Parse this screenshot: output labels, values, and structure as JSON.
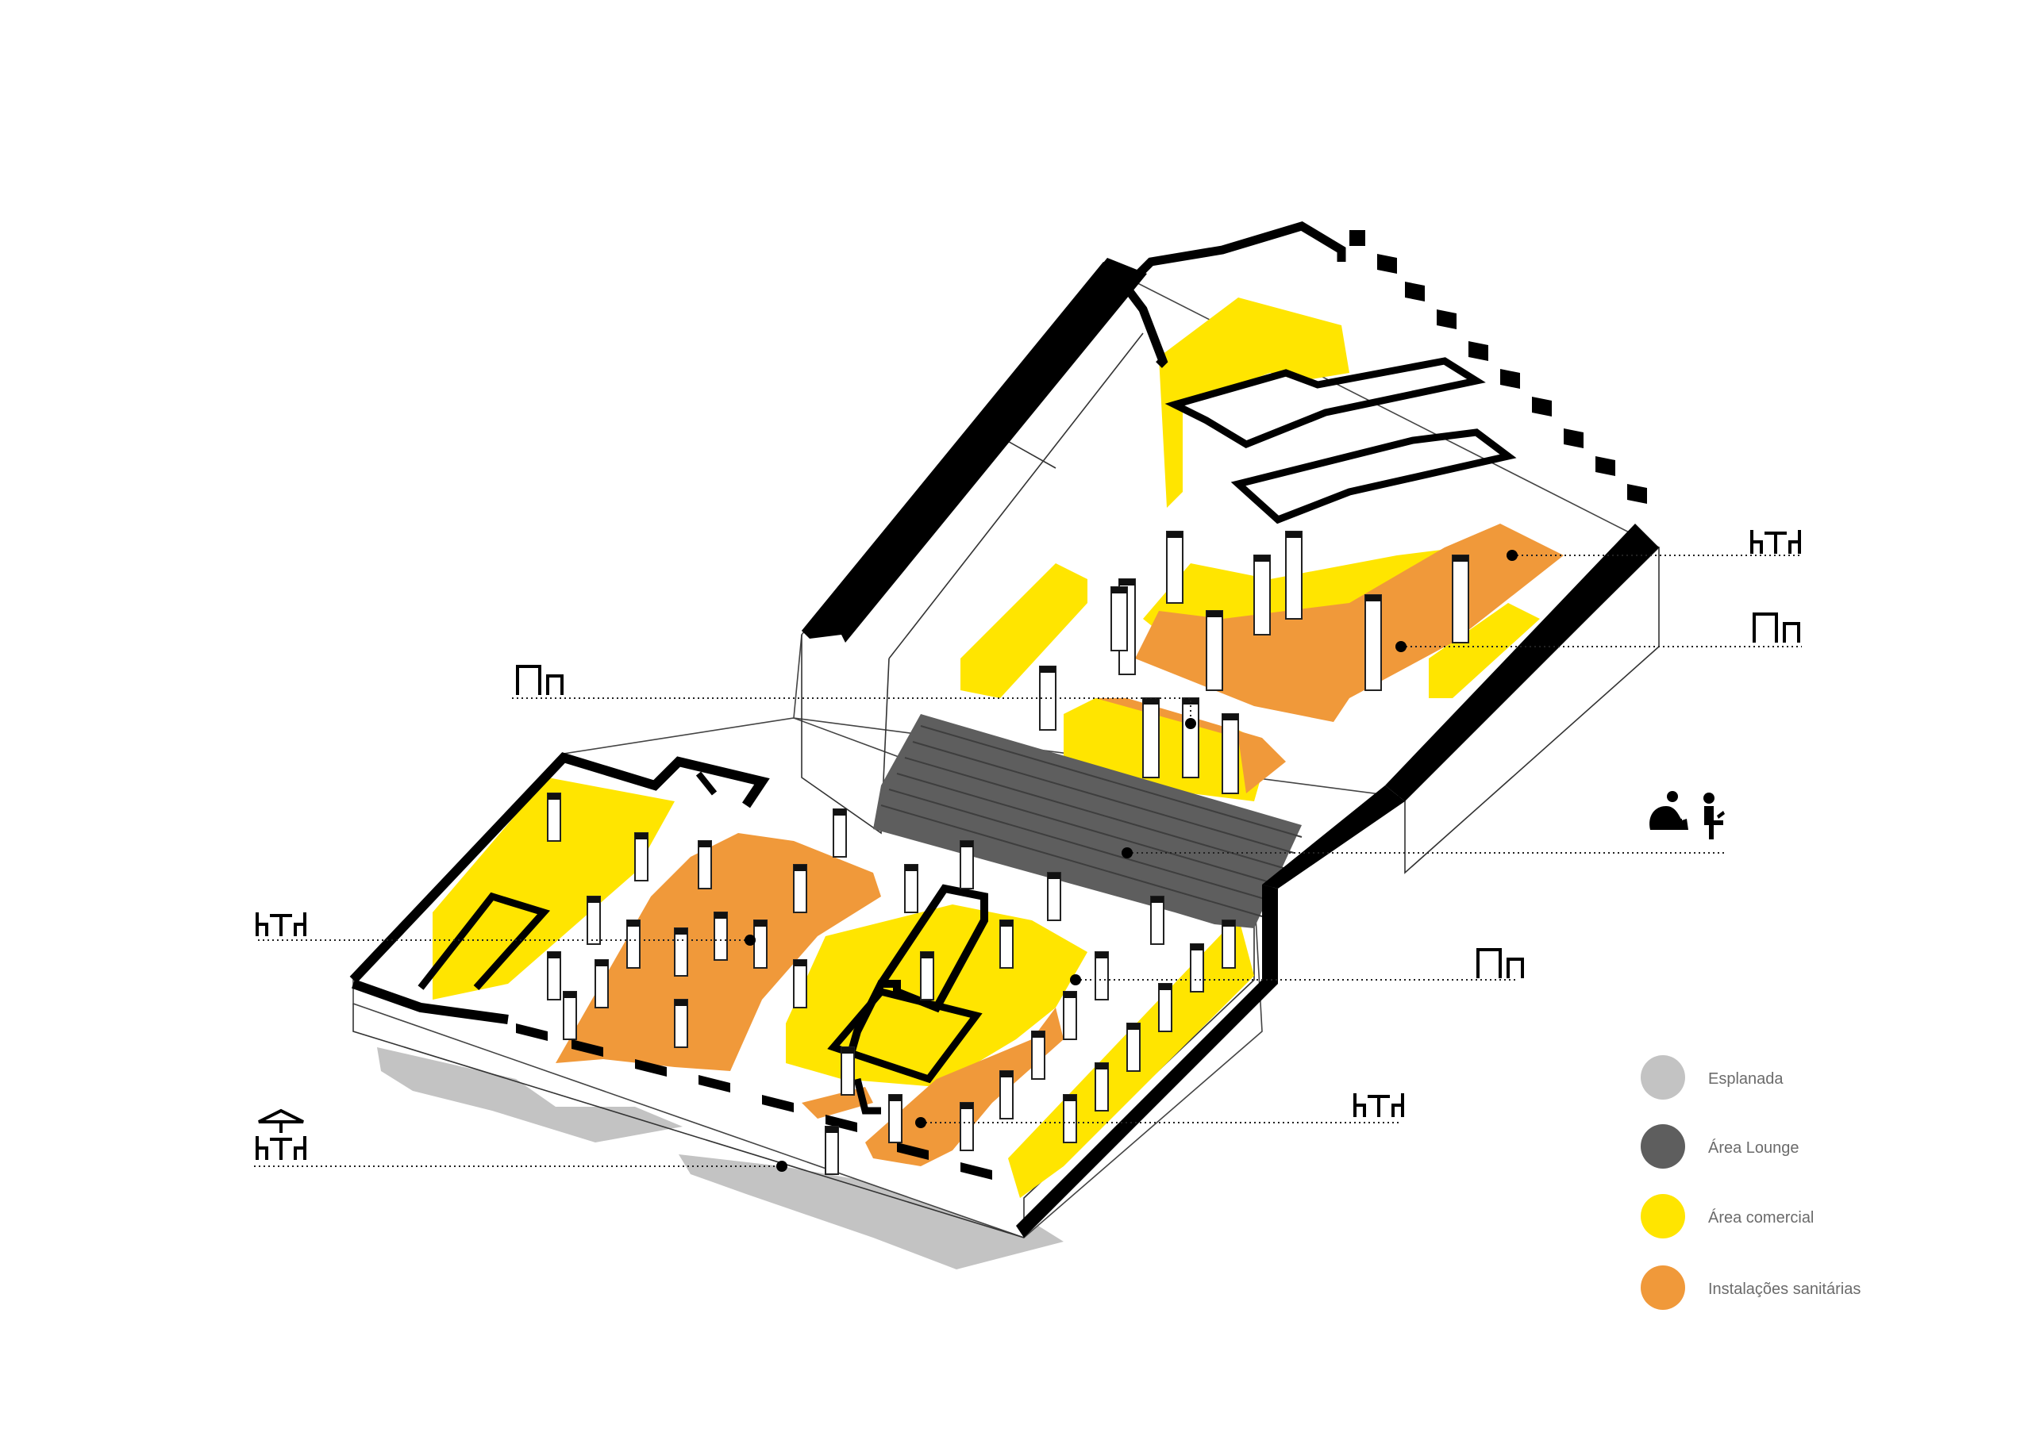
{
  "colors": {
    "esplanada": "#c3c3c3",
    "lounge": "#5e5e5e",
    "comercial": "#ffe500",
    "sanitarias": "#f0993a",
    "wall": "#000000",
    "leader": "#222222"
  },
  "legend": {
    "items": [
      {
        "key": "esplanada",
        "label": "Esplanada",
        "color": "#c3c3c3"
      },
      {
        "key": "lounge",
        "label": "Área Lounge",
        "color": "#5e5e5e"
      },
      {
        "key": "comercial",
        "label": "Área comercial",
        "color": "#ffe500"
      },
      {
        "key": "sanitarias",
        "label": "Instalações sanitárias",
        "color": "#f0993a"
      }
    ]
  },
  "annotations": [
    {
      "icon": "table-chairs-icon",
      "zone": "comercial"
    },
    {
      "icon": "toilet-doors-icon",
      "zone": "sanitarias"
    },
    {
      "icon": "toilet-doors-icon",
      "zone": "sanitarias"
    },
    {
      "icon": "lounge-people-icon",
      "zone": "lounge"
    },
    {
      "icon": "table-chairs-icon",
      "zone": "comercial"
    },
    {
      "icon": "toilet-doors-icon",
      "zone": "sanitarias"
    },
    {
      "icon": "table-chairs-icon",
      "zone": "comercial"
    },
    {
      "icon": "umbrella-table-icon",
      "zone": "esplanada"
    }
  ]
}
